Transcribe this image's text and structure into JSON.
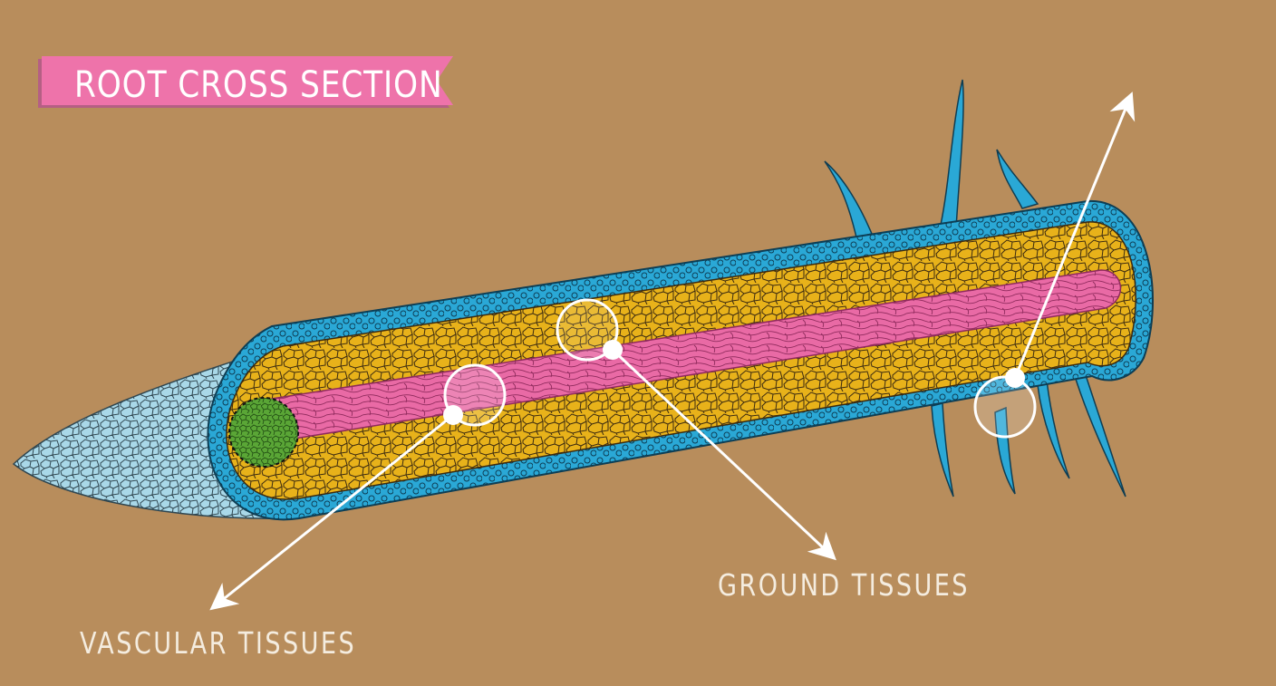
{
  "title": "ROOT CROSS SECTION",
  "labels": {
    "ground_tissues": "GROUND TISSUES",
    "vascular_tissues": "VASCULAR TISSUES"
  },
  "colors": {
    "background": "#b88d5c",
    "banner": "#ee73aa",
    "root_cap": "#a9d8e8",
    "epidermis": "#2aa8d6",
    "cortex": "#e8b21a",
    "vascular_cylinder": "#e96aa5",
    "meristem": "#5aa636",
    "callout": "#ffffff"
  }
}
